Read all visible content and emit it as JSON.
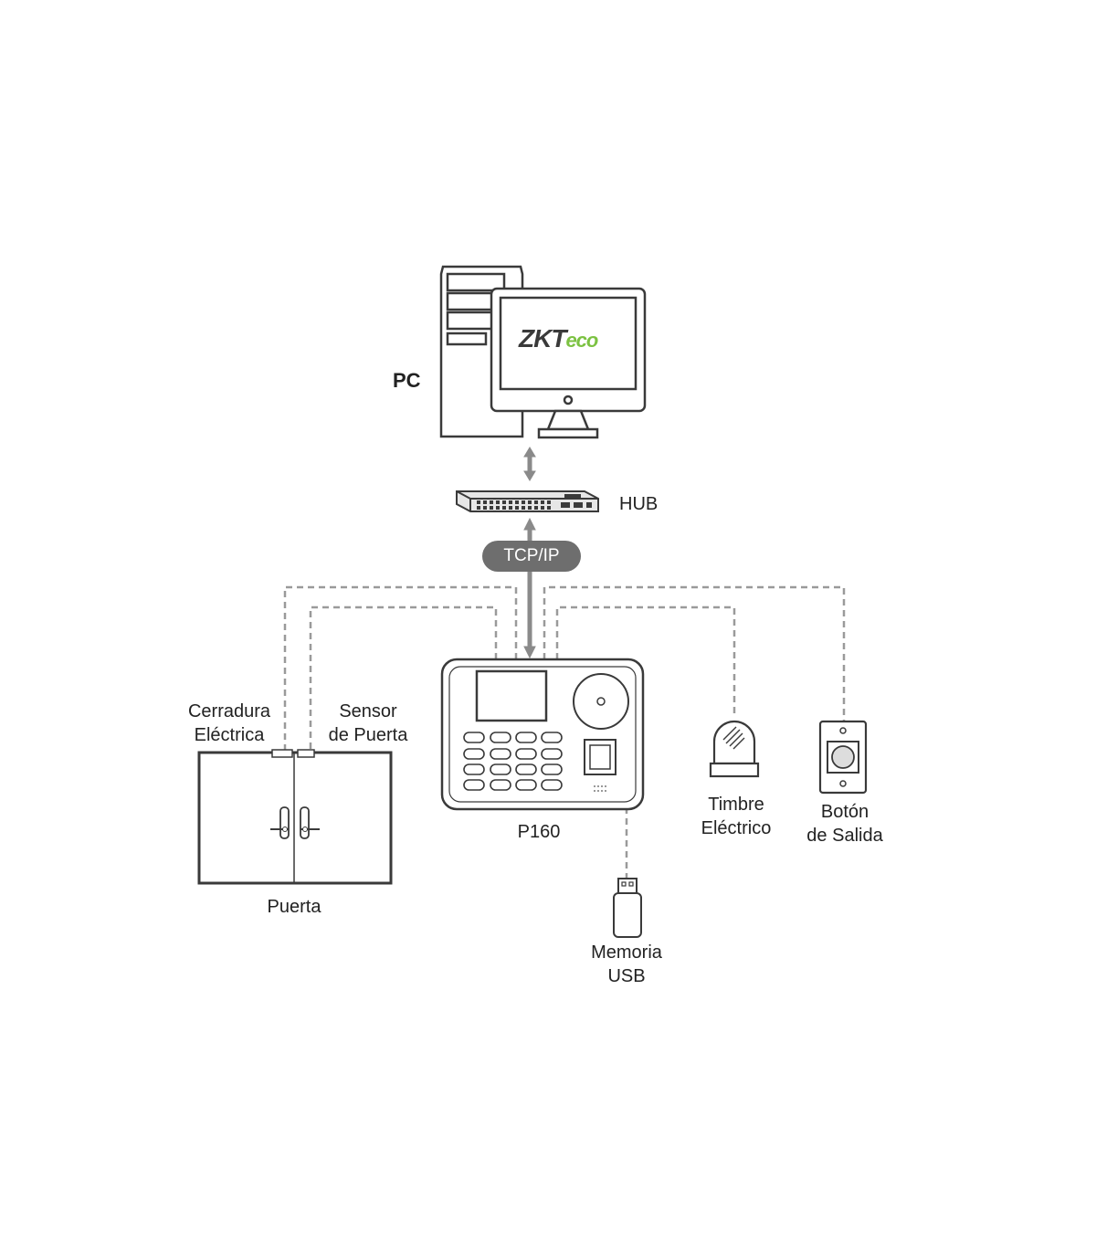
{
  "labels": {
    "pc": "PC",
    "hub": "HUB",
    "protocol": "TCP/IP",
    "lock": [
      "Cerradura",
      "Eléctrica"
    ],
    "sensor": [
      "Sensor",
      "de Puerta"
    ],
    "door": "Puerta",
    "device": "P160",
    "usb": [
      "Memoria",
      "USB"
    ],
    "bell": [
      "Timbre",
      "Eléctrico"
    ],
    "exit": [
      "Botón",
      "de Salida"
    ]
  },
  "logo": {
    "part1": "ZKT",
    "part2": "eco"
  },
  "colors": {
    "stroke": "#3a3a3a",
    "dashed": "#9a9a9a",
    "pill": "#6e6e6e",
    "accent": "#7cc242",
    "arrow": "#8a8a8a"
  }
}
